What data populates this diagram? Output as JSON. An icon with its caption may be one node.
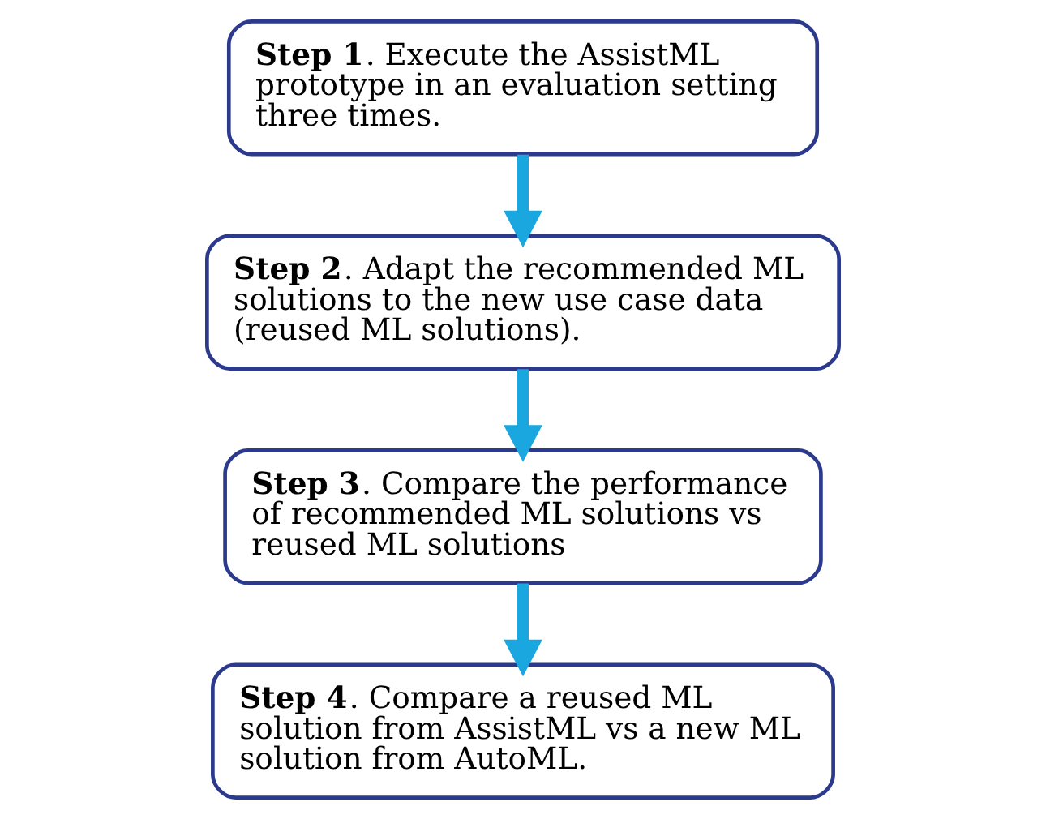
{
  "diagram": {
    "nodes": [
      {
        "text": [
          "**Step 1**. Execute the AssistML prototype in an evaluation setting three times."
        ]
      },
      {
        "text": [
          "**Step 2**. Adapt the recommended ML solutions to the new use case data (reused ML solutions)."
        ]
      },
      {
        "text": [
          "**Step 3**. Compare the performance of recommended ML solutions vs reused ML solutions"
        ]
      },
      {
        "text": [
          "**Step 4**. Compare a reused ML solution from AssistML vs a new ML solution from AutoML."
        ]
      }
    ],
    "edges": [
      {
        "from": 0,
        "to": 1,
        "arrow": "to"
      },
      {
        "from": 1,
        "to": 2,
        "arrow": "to"
      },
      {
        "from": 2,
        "to": 3,
        "arrow": "to"
      }
    ]
  }
}
